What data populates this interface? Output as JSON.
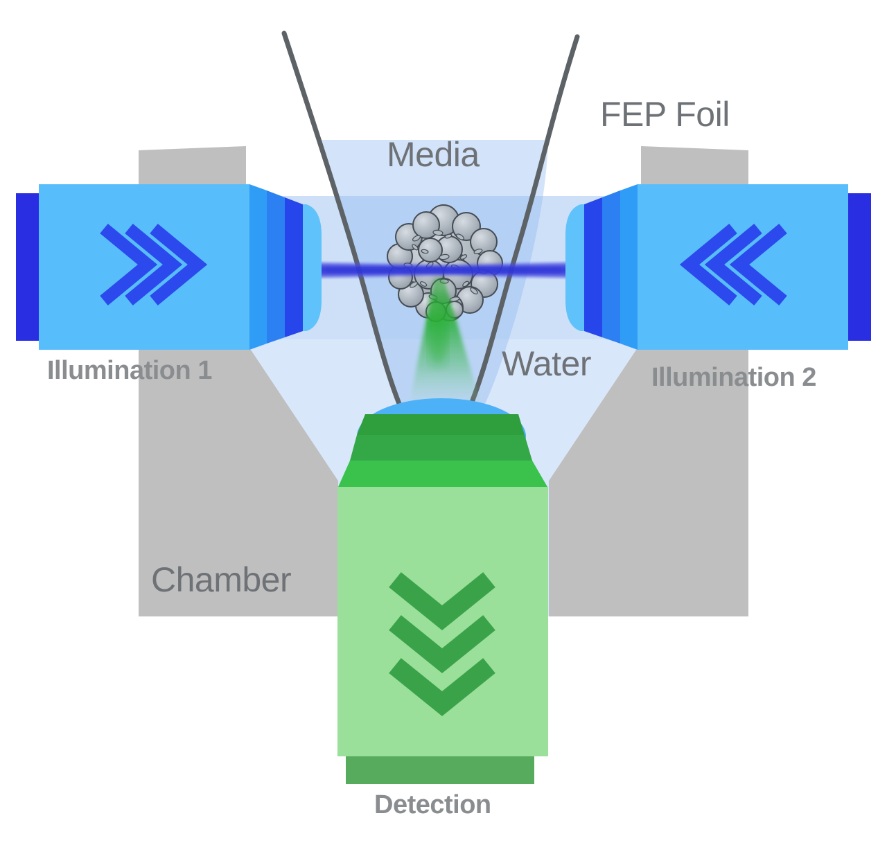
{
  "labels": {
    "media": "Media",
    "fep_foil": "FEP Foil",
    "water": "Water",
    "chamber": "Chamber",
    "illumination_1": "Illumination 1",
    "illumination_2": "Illumination 2",
    "detection": "Detection"
  },
  "colors": {
    "background": "#ffffff",
    "chamber_gray": "#bfbfbf",
    "water_blue": "#d9e7fb",
    "illumination_path_blue": "#cde0f7",
    "media_fill": "rgba(140,182,240,0.38)",
    "foil_gray": "#5d6266",
    "objective_body_blue": "#58befb",
    "objective_cap_indigo": "#2a2ee3",
    "stripe_light_blue": "#2f9df6",
    "stripe_mid_blue": "#2c80f2",
    "stripe_dark_blue": "#2646ec",
    "lens_blue": "#5fc2fb",
    "chevron_blue": "#2b49ec",
    "beam_blue": "#3237d8",
    "detection_body_green": "#9adf9a",
    "detection_base_green": "#57ab5d",
    "detection_seg_dark": "#2f9e3d",
    "detection_seg_mid": "#34a846",
    "detection_seg_bright": "#3bc24d",
    "detection_lens_blue": "#4cb1f6",
    "chevron_green": "#3aa34a",
    "organoid_gray": "#9aa3ad",
    "label_gray": "#6e7276",
    "label_bold_gray": "#8a8d90"
  }
}
